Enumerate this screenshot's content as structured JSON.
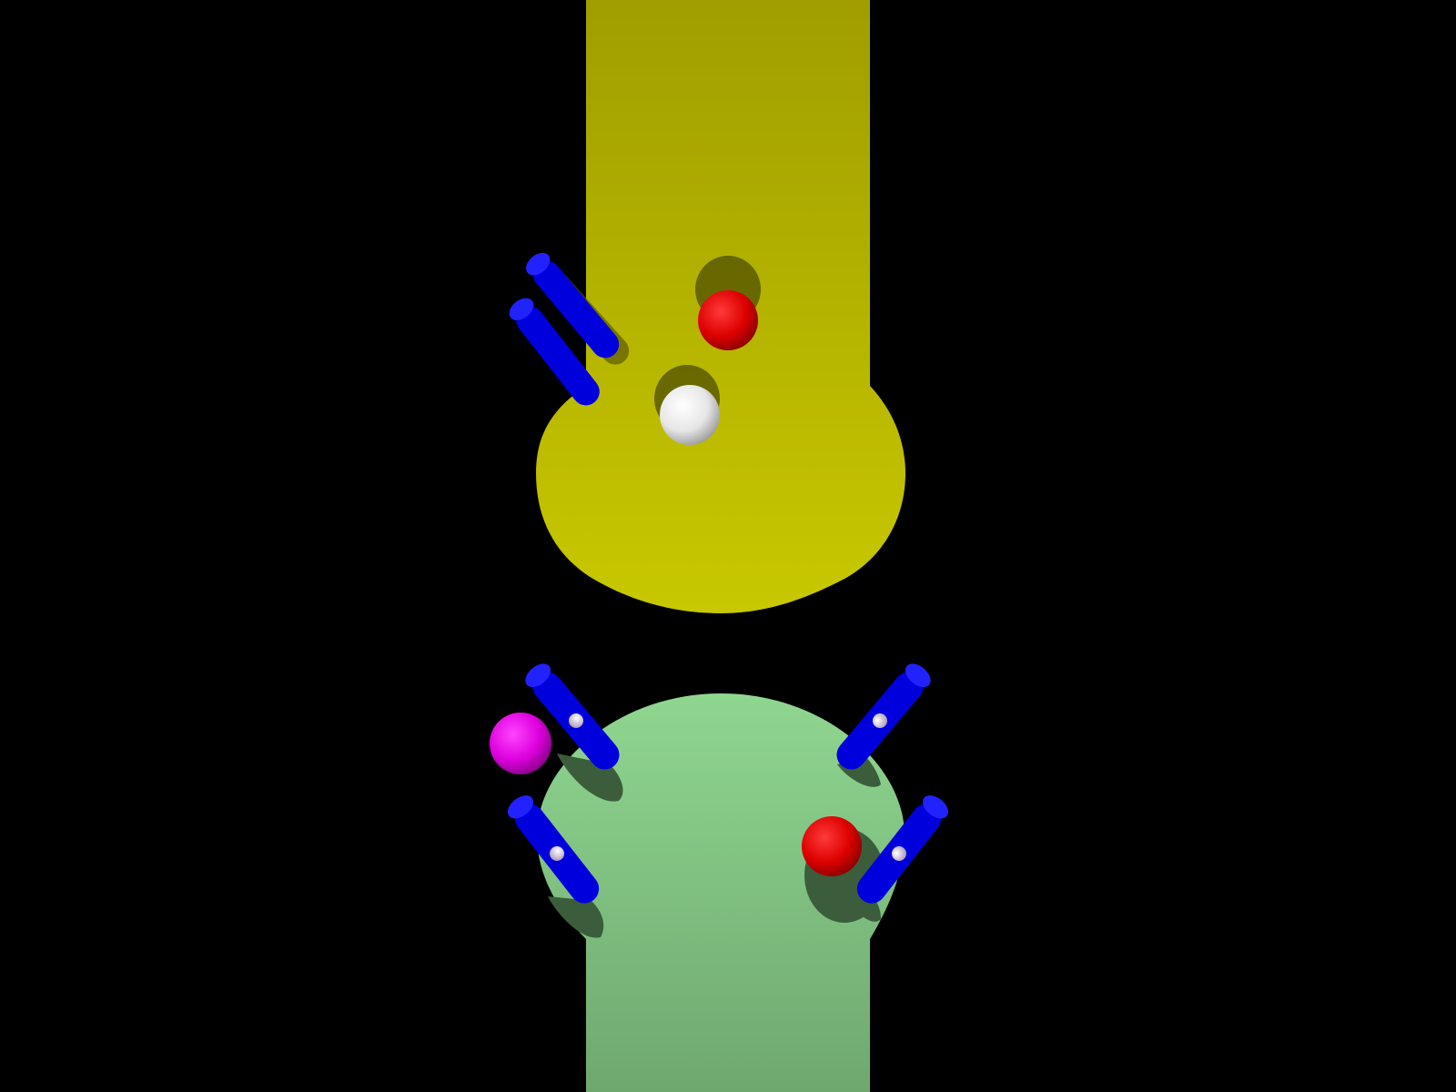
{
  "scene": {
    "background_color": "#000000",
    "lanes": [
      {
        "name": "yellow-lane",
        "color": "#c2c200",
        "position": "top"
      },
      {
        "name": "green-lane",
        "color": "#86c986",
        "position": "bottom"
      }
    ],
    "balls": [
      {
        "name": "red-ball-yellow-zone",
        "color": "#dd0000",
        "zone": "yellow"
      },
      {
        "name": "white-ball",
        "color": "#eeeeee",
        "zone": "yellow"
      },
      {
        "name": "magenta-ball",
        "color": "#dd00dd",
        "zone": "green"
      },
      {
        "name": "red-ball-green-zone",
        "color": "#dd0000",
        "zone": "green"
      }
    ],
    "flippers": {
      "color": "#0000ee",
      "yellow_zone_count": 2,
      "green_zone_count": 4
    }
  }
}
